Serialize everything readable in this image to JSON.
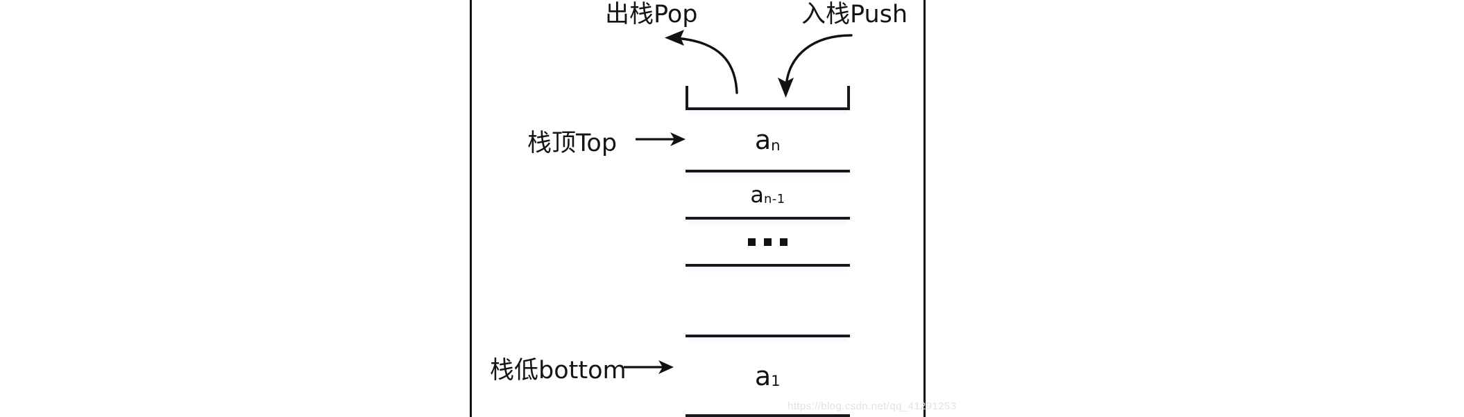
{
  "diagram": {
    "title_alt": "stack-push-pop-diagram",
    "labels": {
      "pop": "出栈Pop",
      "push": "入栈Push",
      "top": "栈顶Top",
      "bottom": "栈低bottom"
    },
    "stack_cells": [
      {
        "name": "cell-an",
        "base": "a",
        "sub": "n",
        "kind": "text"
      },
      {
        "name": "cell-an-1",
        "base": "a",
        "sub": "n-1",
        "kind": "text"
      },
      {
        "name": "cell-ellipsis",
        "base": "",
        "sub": "",
        "kind": "dots"
      },
      {
        "name": "cell-empty",
        "base": "",
        "sub": "",
        "kind": "empty"
      },
      {
        "name": "cell-a1",
        "base": "a",
        "sub": "1",
        "kind": "text"
      }
    ],
    "icons": {
      "pop_arrow": "curved-arrow-up-left-icon",
      "push_arrow": "curved-arrow-down-left-icon",
      "top_arrow": "arrow-right-icon",
      "bottom_arrow": "arrow-right-icon"
    },
    "colors": {
      "ink": "#111111",
      "cell_border": "#17171c",
      "background": "#ffffff",
      "cell_shade": "#f2f5fb",
      "watermark": "#dfe3e8"
    },
    "watermark": "https://blog.csdn.net/qq_41291253"
  }
}
